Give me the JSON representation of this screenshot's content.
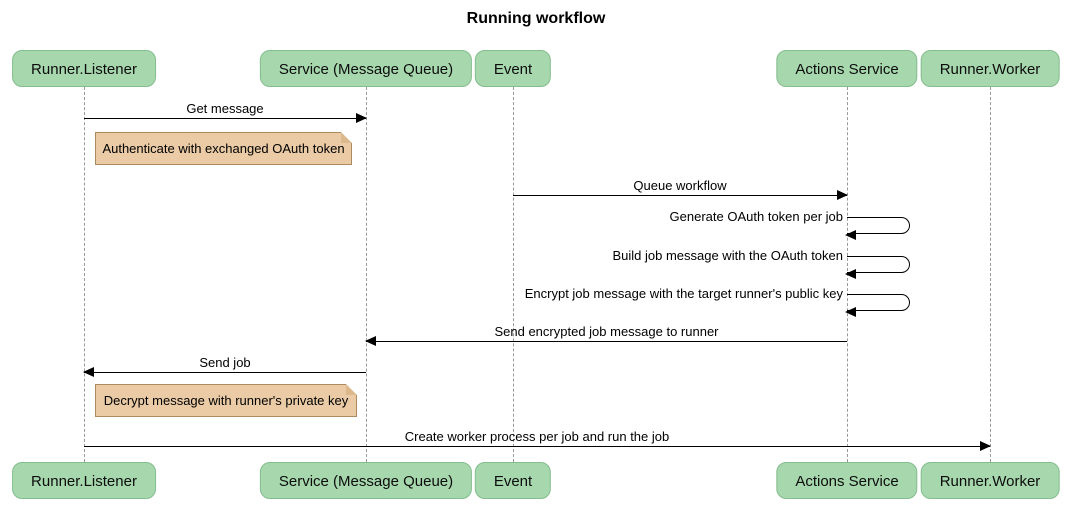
{
  "title": "Running workflow",
  "actors": [
    {
      "label": "Runner.Listener"
    },
    {
      "label": "Service (Message Queue)"
    },
    {
      "label": "Event"
    },
    {
      "label": "Actions Service"
    },
    {
      "label": "Runner.Worker"
    }
  ],
  "messages": [
    {
      "label": "Get message",
      "from": "Runner.Listener",
      "to": "Service (Message Queue)",
      "kind": "solid-arrow"
    },
    {
      "label": "Queue workflow",
      "from": "Event",
      "to": "Actions Service",
      "kind": "solid-arrow"
    },
    {
      "label": "Generate OAuth token per job",
      "from": "Actions Service",
      "to": "Actions Service",
      "kind": "self-loop"
    },
    {
      "label": "Build job message with the OAuth token",
      "from": "Actions Service",
      "to": "Actions Service",
      "kind": "self-loop"
    },
    {
      "label": "Encrypt job message with the target runner's public key",
      "from": "Actions Service",
      "to": "Actions Service",
      "kind": "self-loop"
    },
    {
      "label": "Send encrypted job message to runner",
      "from": "Actions Service",
      "to": "Service (Message Queue)",
      "kind": "solid-arrow"
    },
    {
      "label": "Send job",
      "from": "Service (Message Queue)",
      "to": "Runner.Listener",
      "kind": "solid-arrow"
    },
    {
      "label": "Create worker process per job and run the job",
      "from": "Runner.Listener",
      "to": "Runner.Worker",
      "kind": "solid-arrow"
    }
  ],
  "notes": [
    {
      "label": "Authenticate with exchanged OAuth token",
      "anchor": "Runner.Listener"
    },
    {
      "label": "Decrypt message with runner's private key",
      "anchor": "Runner.Listener"
    }
  ],
  "colors": {
    "actor_fill": "#a6d7ad",
    "actor_border": "#84bd8e",
    "note_fill": "#eacba5",
    "note_border": "#aa8a5e",
    "note_fold": "#dcb98c",
    "lifeline": "#999999",
    "line": "#000000"
  }
}
